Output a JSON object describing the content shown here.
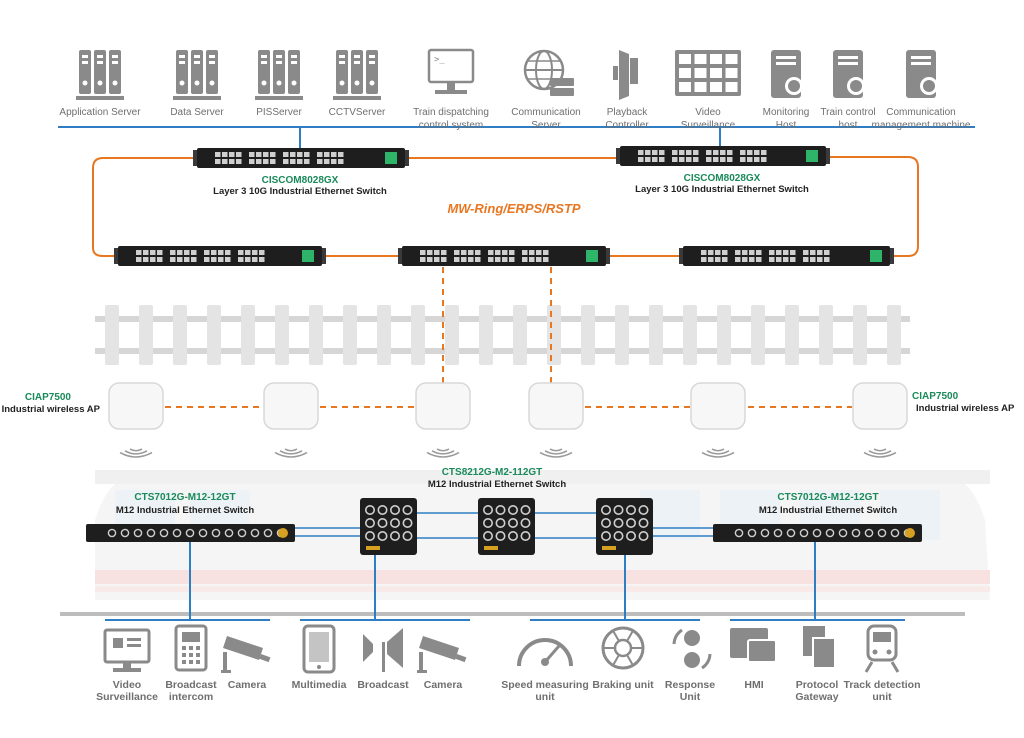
{
  "colors": {
    "accent": "#e87722",
    "link": "#2f7ec4",
    "model": "#1a8a5a",
    "icon": "#8a8a8a"
  },
  "top_devices": [
    {
      "icon": "server-rack-icon",
      "lines": [
        "Application Server"
      ]
    },
    {
      "icon": "server-rack-icon",
      "lines": [
        "Data Server"
      ]
    },
    {
      "icon": "server-rack-icon",
      "lines": [
        "PISServer"
      ]
    },
    {
      "icon": "server-rack-icon",
      "lines": [
        "CCTVServer"
      ]
    },
    {
      "icon": "terminal-icon",
      "lines": [
        "Train dispatching",
        "control system"
      ]
    },
    {
      "icon": "globe-server-icon",
      "lines": [
        "Communication",
        "Server"
      ]
    },
    {
      "icon": "playback-controller-icon",
      "lines": [
        "Playback",
        "Controller"
      ]
    },
    {
      "icon": "video-wall-icon",
      "lines": [
        "Video",
        "Surveillance"
      ]
    },
    {
      "icon": "monitoring-host-icon",
      "lines": [
        "Monitoring",
        "Host"
      ]
    },
    {
      "icon": "train-control-host-icon",
      "lines": [
        "Train control",
        "host"
      ]
    },
    {
      "icon": "management-host-icon",
      "lines": [
        "Communication",
        "management machine"
      ]
    }
  ],
  "core_switches": [
    {
      "model": "CISCOM8028GX",
      "desc": "Layer 3 10G Industrial Ethernet Switch"
    },
    {
      "model": "CISCOM8028GX",
      "desc": "Layer 3 10G Industrial Ethernet Switch"
    }
  ],
  "ring_label": "MW-Ring/ERPS/RSTP",
  "access_points": [
    {
      "model": "CIAP7500",
      "desc": "Industrial wireless AP"
    },
    {
      "model": "CIAP7500",
      "desc": "Industrial wireless AP"
    }
  ],
  "train_switches": {
    "center": {
      "model": "CTS8212G-M2-112GT",
      "desc": "M12 Industrial Ethernet Switch"
    },
    "left": {
      "model": "CTS7012G-M12-12GT",
      "desc": "M12 Industrial Ethernet Switch"
    },
    "right": {
      "model": "CTS7012G-M12-12GT",
      "desc": "M12 Industrial Ethernet Switch"
    }
  },
  "bottom_devices": [
    {
      "icon": "monitor-icon",
      "lines": [
        "Video",
        "Surveillance"
      ]
    },
    {
      "icon": "intercom-icon",
      "lines": [
        "Broadcast",
        "intercom"
      ]
    },
    {
      "icon": "camera-icon",
      "lines": [
        "Camera"
      ]
    },
    {
      "icon": "tablet-icon",
      "lines": [
        "Multimedia"
      ]
    },
    {
      "icon": "speaker-icon",
      "lines": [
        "Broadcast"
      ]
    },
    {
      "icon": "camera-icon",
      "lines": [
        "Camera"
      ]
    },
    {
      "icon": "speedometer-icon",
      "lines": [
        "Speed measuring",
        "unit"
      ]
    },
    {
      "icon": "brake-icon",
      "lines": [
        "Braking unit"
      ]
    },
    {
      "icon": "response-icon",
      "lines": [
        "Response",
        "Unit"
      ]
    },
    {
      "icon": "hmi-icon",
      "lines": [
        "HMI"
      ]
    },
    {
      "icon": "gateway-icon",
      "lines": [
        "Protocol",
        "Gateway"
      ]
    },
    {
      "icon": "track-detection-icon",
      "lines": [
        "Track detection",
        "unit"
      ]
    }
  ]
}
